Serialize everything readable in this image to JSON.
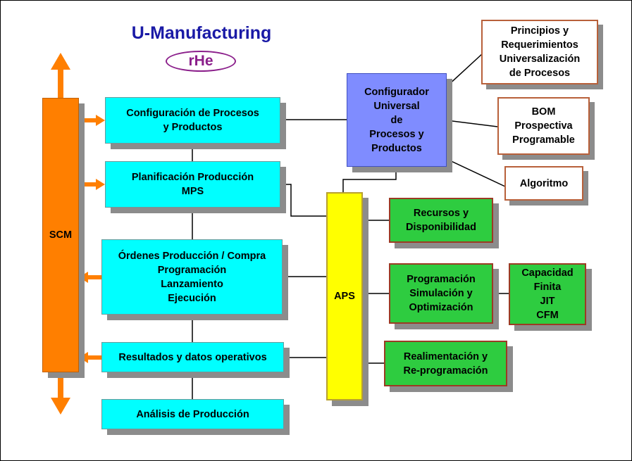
{
  "title": "U-Manufacturing",
  "subtitle": "rHe",
  "boxes": {
    "scm": "SCM",
    "config_procesos": "Configuración de Procesos\ny Productos",
    "planificacion": "Planificación Producción\nMPS",
    "ordenes": "Órdenes Producción / Compra\nProgramación\nLanzamiento\nEjecución",
    "resultados": "Resultados y datos operativos",
    "analisis": "Análisis de Producción",
    "configurador": "Configurador\nUniversal\nde\nProcesos y\nProductos",
    "principios": "Principios y\nRequerimientos\nUniversalización\nde Procesos",
    "bom": "BOM\nProspectiva\nProgramable",
    "algoritmo": "Algoritmo",
    "aps": "APS",
    "recursos": "Recursos y\nDisponibilidad",
    "programacion_sim": "Programación\nSimulación y\nOptimización",
    "capacidad": "Capacidad\nFinita\nJIT\nCFM",
    "realimentacion": "Realimentación y\nRe-programación"
  },
  "colors": {
    "title": "#1a1aa6",
    "subtitle": "#8b1f8b",
    "process_box": "#00ffff",
    "configurator_box": "#7f8cff",
    "aps_box": "#ffff00",
    "aps_output_box": "#2ecc40",
    "scm_bar": "#ff7f00",
    "arrow": "#ff7f00",
    "shadow": "#8c8c8c"
  }
}
